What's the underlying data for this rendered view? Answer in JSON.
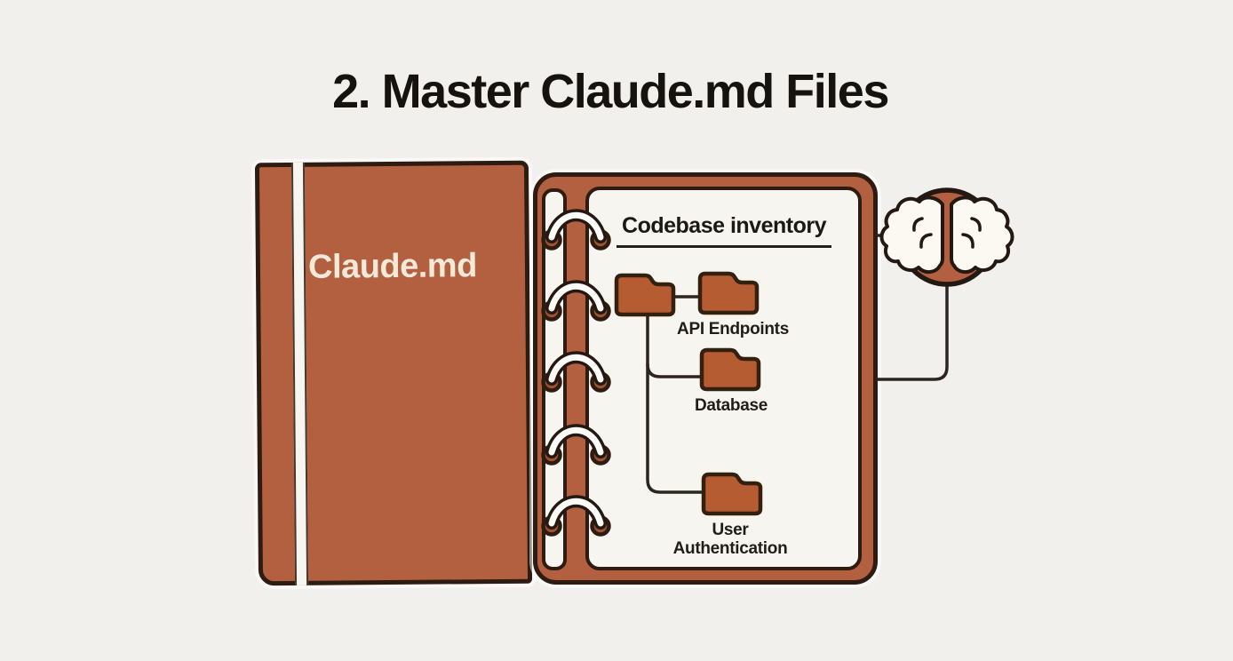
{
  "title": "2. Master Claude.md Files",
  "notebook": {
    "cover_label": "Claude.md"
  },
  "page": {
    "heading": "Codebase inventory",
    "folders": [
      {
        "label": "API Endpoints"
      },
      {
        "label": "Database"
      },
      {
        "label": "User Authentication"
      }
    ]
  },
  "icons": {
    "brain": "brain-icon",
    "folder": "folder-icon",
    "binder_ring": "binder-ring-icon"
  },
  "colors": {
    "background": "#f1f0ec",
    "terracotta": "#b2603f",
    "folder_fill": "#b65c32",
    "outline": "#2e1c12",
    "paper": "#f7f5ef",
    "text_dark": "#211c17",
    "cover_text": "#f2e9d8",
    "hole_fill": "#a0522f"
  }
}
